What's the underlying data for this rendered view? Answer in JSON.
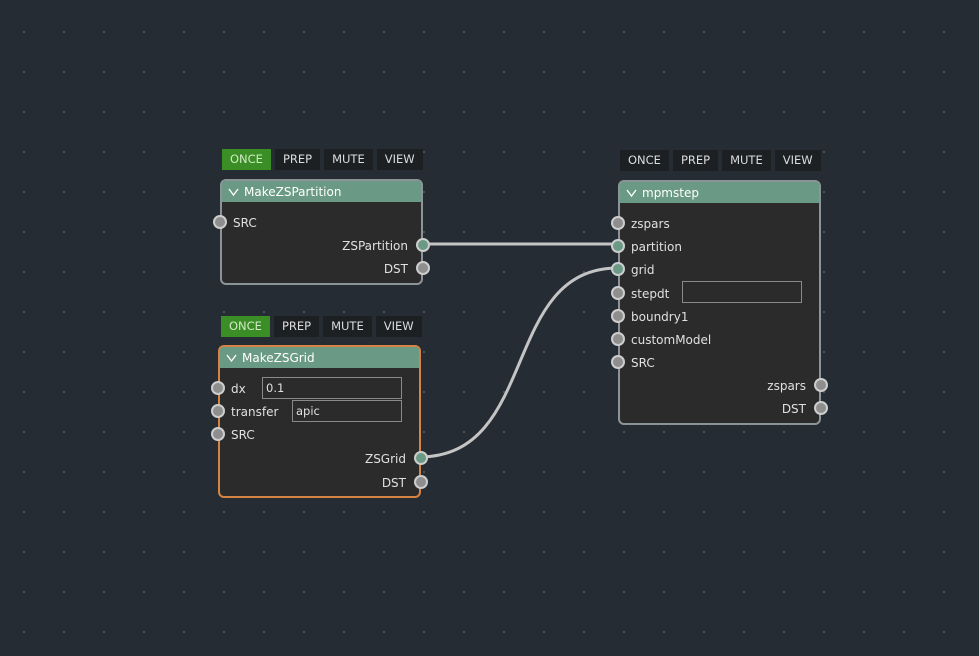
{
  "toolbar": {
    "once_label": "ONCE",
    "prep_label": "PREP",
    "mute_label": "MUTE",
    "view_label": "VIEW"
  },
  "colors": {
    "canvas_background": "#262c33",
    "node_header": "#6a9a85",
    "node_border": "#8d9497",
    "selected_border": "#d58444",
    "once_active": "#3a8e25",
    "wire": "#c4c4c4"
  },
  "nodes": {
    "make_zs_partition": {
      "title": "MakeZSPartition",
      "once_active": true,
      "inputs": [
        "SRC"
      ],
      "outputs": [
        "ZSPartition",
        "DST"
      ]
    },
    "make_zs_grid": {
      "title": "MakeZSGrid",
      "once_active": true,
      "selected": true,
      "inputs": [
        "dx",
        "transfer",
        "SRC"
      ],
      "params": {
        "dx": "0.1",
        "transfer": "apic"
      },
      "outputs": [
        "ZSGrid",
        "DST"
      ]
    },
    "mpmstep": {
      "title": "mpmstep",
      "once_active": false,
      "inputs": [
        "zspars",
        "partition",
        "grid",
        "stepdt",
        "boundry1",
        "customModel",
        "SRC"
      ],
      "params": {
        "stepdt": ""
      },
      "outputs": [
        "zspars",
        "DST"
      ]
    }
  },
  "connections": [
    {
      "from": "MakeZSPartition.ZSPartition",
      "to": "mpmstep.partition"
    },
    {
      "from": "MakeZSGrid.ZSGrid",
      "to": "mpmstep.grid"
    }
  ]
}
